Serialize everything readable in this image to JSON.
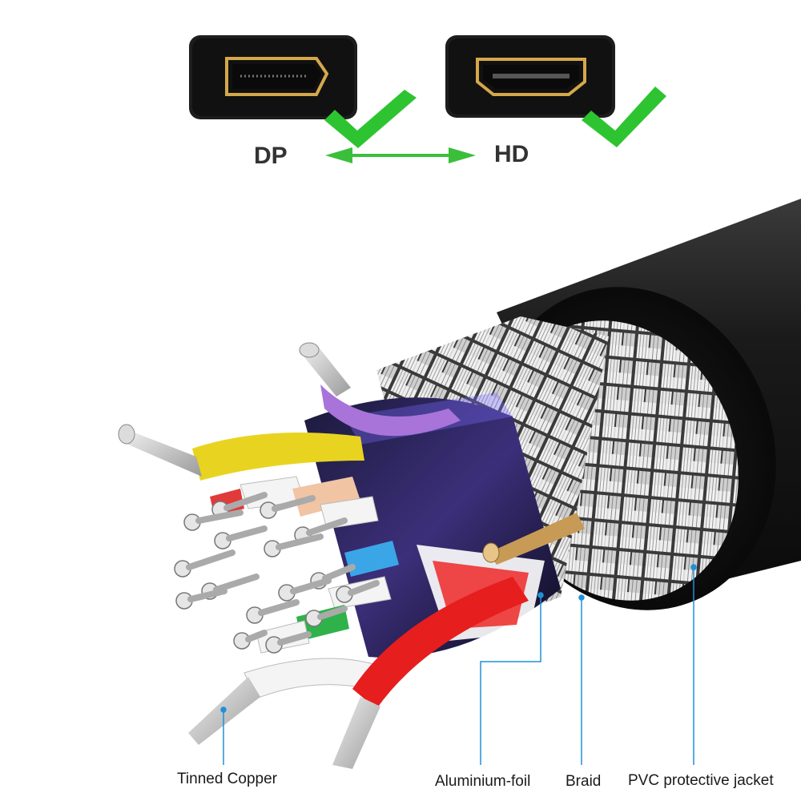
{
  "connectors": {
    "left_label": "DP",
    "right_label": "HD"
  },
  "layers": {
    "tinned_copper": "Tinned Copper",
    "aluminium_foil": "Aluminium-foil",
    "braid": "Braid",
    "pvc_jacket": "PVC protective jacket"
  },
  "colors": {
    "check": "#2ec431",
    "arrow": "#3bbf3b",
    "pointer": "#1e90d8",
    "gold": "#d4a84a",
    "jacket": "#151515"
  }
}
